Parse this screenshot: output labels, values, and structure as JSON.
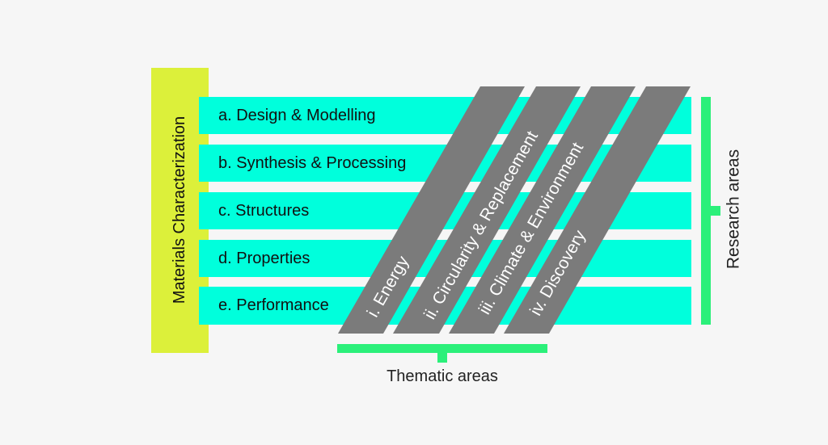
{
  "side_label": "Materials Characterization",
  "research_areas": [
    "a. Design & Modelling",
    "b. Synthesis & Processing",
    "c. Structures",
    "d. Properties",
    "e. Performance"
  ],
  "thematic_areas": [
    "i. Energy",
    "ii. Circularity & Replacement",
    "iii. Climate & Environment",
    "iv. Discovery"
  ],
  "research_areas_label": "Research areas",
  "thematic_areas_label": "Thematic areas",
  "colors": {
    "background": "#f6f6f6",
    "side_bar": "#dcf03a",
    "band": "#00ffdc",
    "theme_stripe": "#7b7b7b",
    "bracket": "#2bf07a"
  }
}
